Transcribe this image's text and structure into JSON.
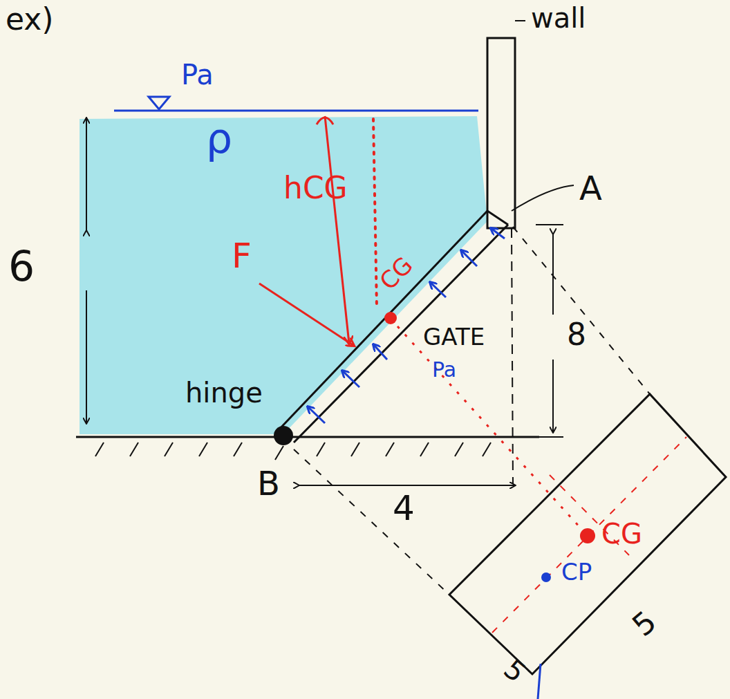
{
  "diagram": {
    "labels": [
      "ex)",
      "wall",
      "Pa",
      "ρ",
      "hCG",
      "F",
      "CG",
      "GATE",
      "Pa",
      "hinge",
      "A",
      "B",
      "6",
      "4",
      "8",
      "CG",
      "CP",
      "5",
      "5"
    ]
  }
}
